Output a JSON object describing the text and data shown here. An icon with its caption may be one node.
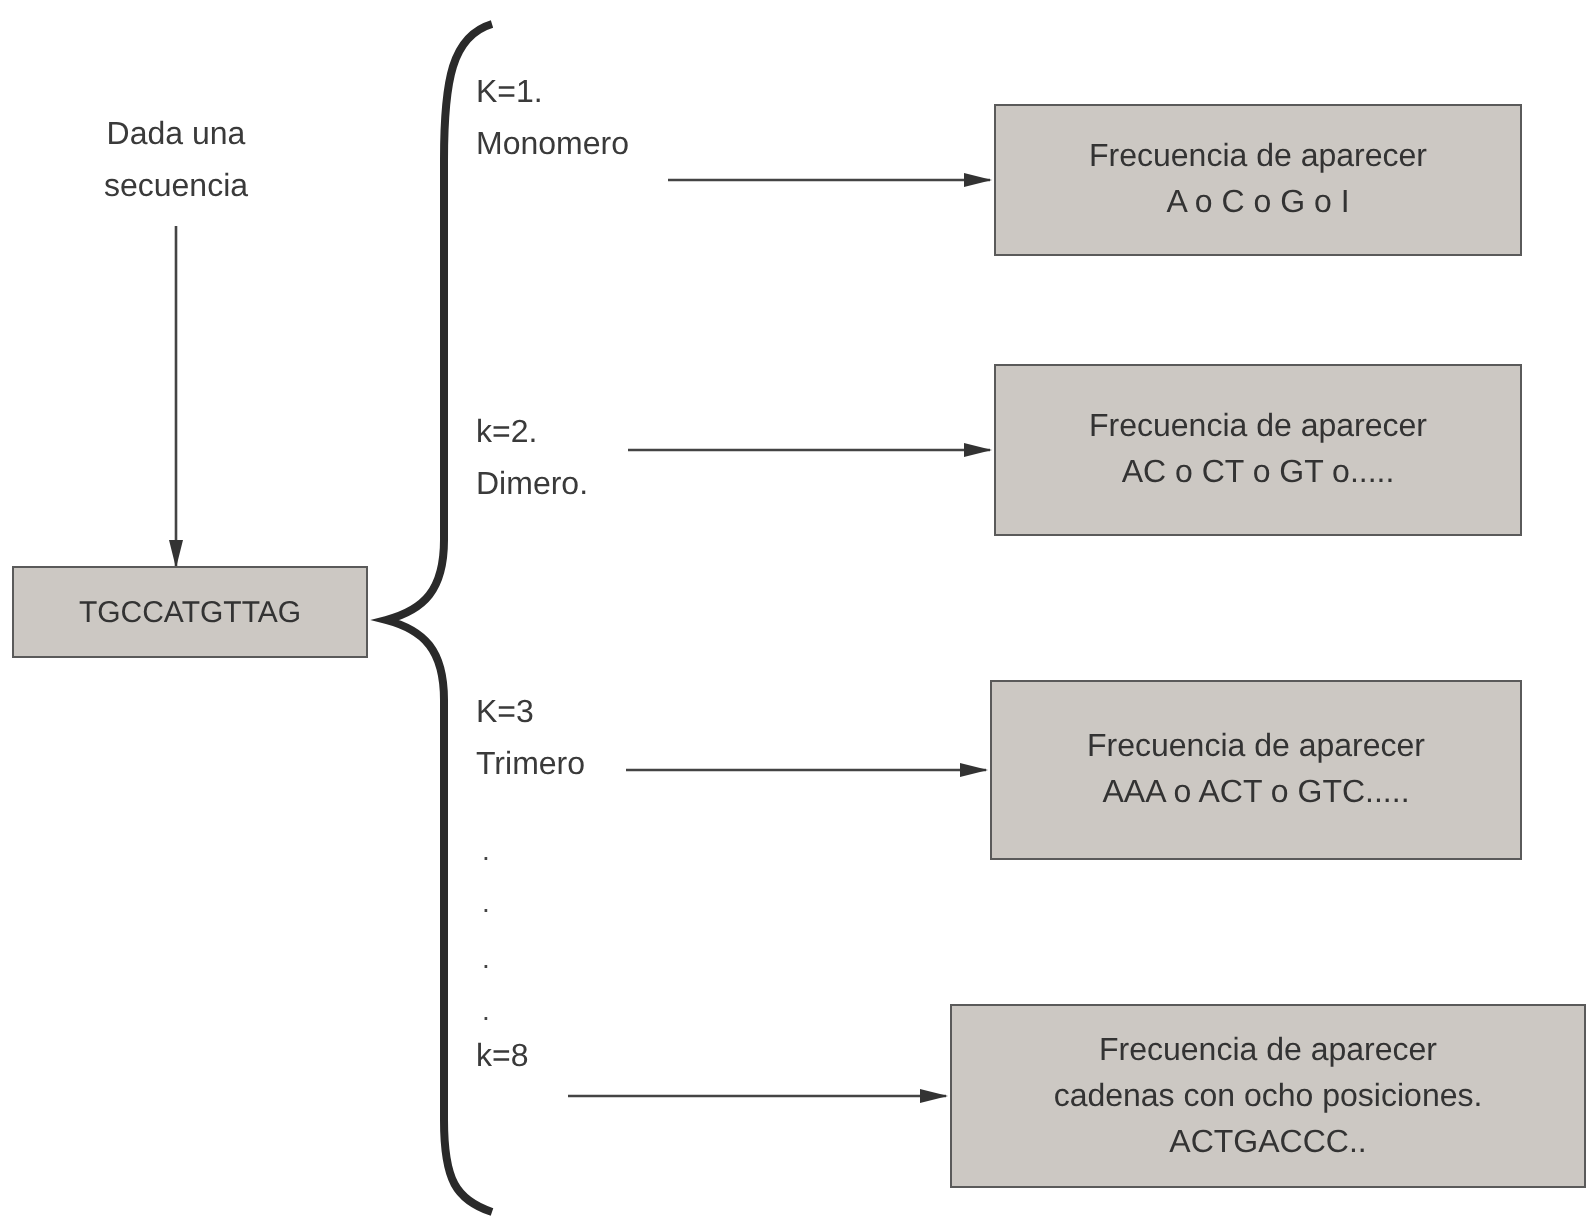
{
  "diagram": {
    "nodes": [
      {
        "text": [
          "Dada una secuencia"
        ]
      },
      {
        "text": [
          "TGCCATGTTAG"
        ]
      },
      {
        "text": [
          "K=1.",
          "Monomero"
        ]
      },
      {
        "text": [
          "Frecuencia de aparecer",
          "A o C o G o I"
        ]
      },
      {
        "text": [
          "k=2.",
          "Dimero."
        ]
      },
      {
        "text": [
          "Frecuencia de aparecer",
          "AC o CT o GT o....."
        ]
      },
      {
        "text": [
          "K=3",
          "Trimero"
        ]
      },
      {
        "text": [
          "Frecuencia de aparecer",
          "AAA o ACT o GTC....."
        ]
      },
      {
        "text": [
          "k=8"
        ]
      },
      {
        "text": [
          "Frecuencia de aparecer",
          "cadenas con ocho posiciones.",
          "ACTGACCC.."
        ]
      }
    ],
    "edges": [
      {
        "from": 0,
        "to": 1,
        "arrow": "to"
      },
      {
        "from": 2,
        "to": 3,
        "arrow": "to"
      },
      {
        "from": 4,
        "to": 5,
        "arrow": "to"
      },
      {
        "from": 6,
        "to": 7,
        "arrow": "to"
      },
      {
        "from": 8,
        "to": 9,
        "arrow": "to"
      }
    ],
    "labels": [
      ".",
      ".",
      ".",
      "."
    ]
  }
}
